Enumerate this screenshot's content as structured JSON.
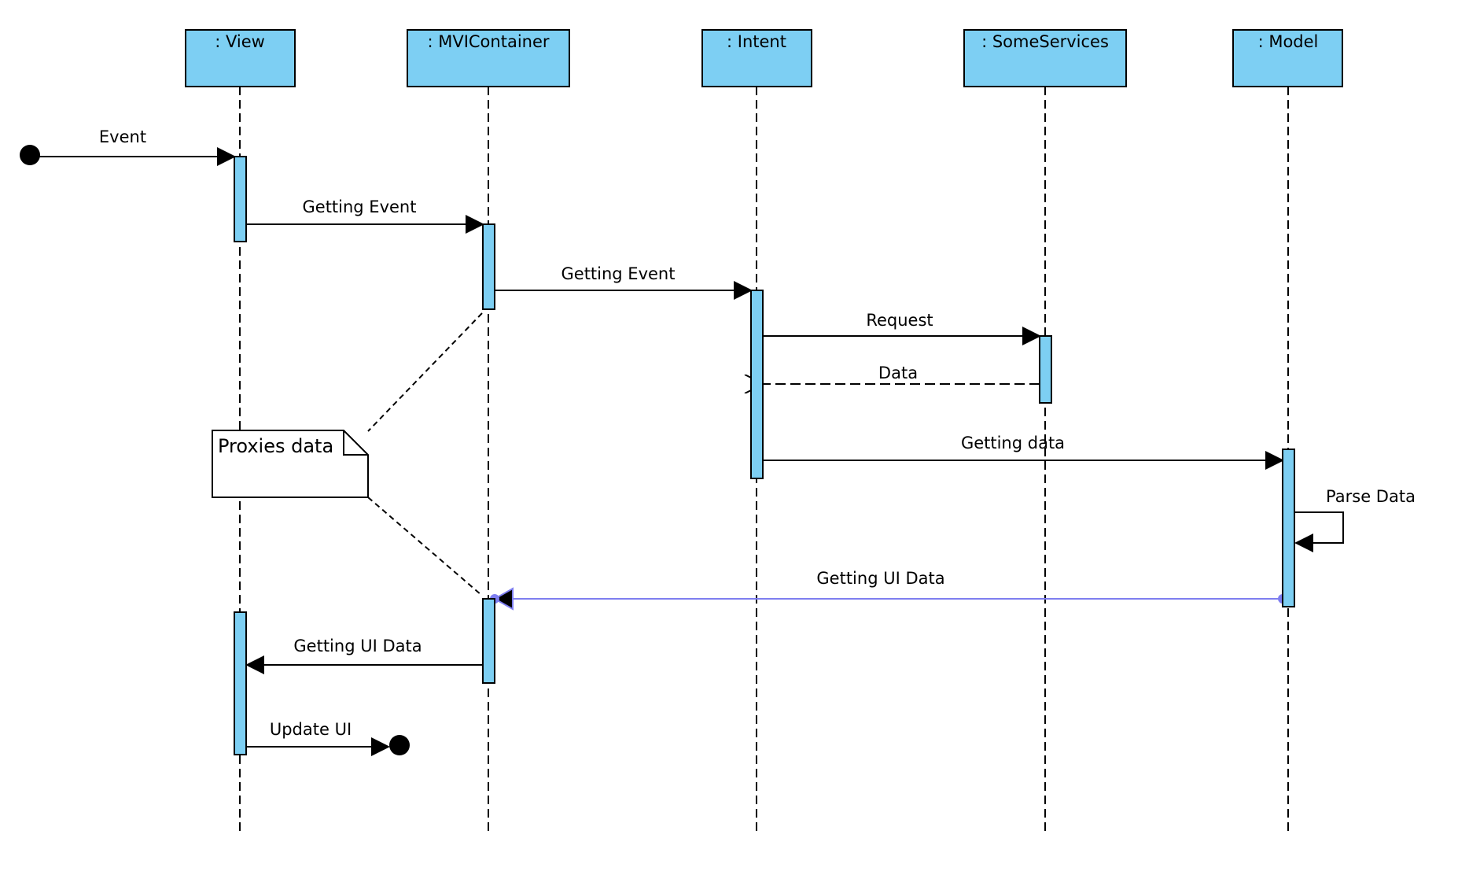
{
  "colors": {
    "box_fill": "#7dcff3",
    "activation_fill": "#7dcff3",
    "stroke": "#000000",
    "highlight": "#7e7ef0",
    "note_fill": "#ffffff"
  },
  "lifelines": [
    {
      "id": "view",
      "name": ": View"
    },
    {
      "id": "mvicontainer",
      "name": ": MVIContainer"
    },
    {
      "id": "intent",
      "name": ": Intent"
    },
    {
      "id": "someservices",
      "name": ": SomeServices"
    },
    {
      "id": "model",
      "name": ": Model"
    }
  ],
  "messages": [
    {
      "id": "event",
      "label": "Event",
      "from": "start",
      "to": "view",
      "kind": "sync"
    },
    {
      "id": "getting-event-1",
      "label": "Getting Event",
      "from": "view",
      "to": "mvicontainer",
      "kind": "sync"
    },
    {
      "id": "getting-event-2",
      "label": "Getting Event",
      "from": "mvicontainer",
      "to": "intent",
      "kind": "sync"
    },
    {
      "id": "request",
      "label": "Request",
      "from": "intent",
      "to": "someservices",
      "kind": "sync"
    },
    {
      "id": "data",
      "label": "Data",
      "from": "someservices",
      "to": "intent",
      "kind": "return"
    },
    {
      "id": "getting-data",
      "label": "Getting data",
      "from": "intent",
      "to": "model",
      "kind": "sync"
    },
    {
      "id": "parse-data",
      "label": "Parse Data",
      "from": "model",
      "to": "model",
      "kind": "self"
    },
    {
      "id": "getting-ui-data-1",
      "label": "Getting UI Data",
      "from": "model",
      "to": "mvicontainer",
      "kind": "selected"
    },
    {
      "id": "getting-ui-data-2",
      "label": "Getting UI Data",
      "from": "mvicontainer",
      "to": "view",
      "kind": "sync"
    },
    {
      "id": "update-ui",
      "label": "Update UI",
      "from": "view",
      "to": "end",
      "kind": "sync"
    }
  ],
  "note": {
    "text": "Proxies data",
    "attached_to": "mvicontainer"
  }
}
